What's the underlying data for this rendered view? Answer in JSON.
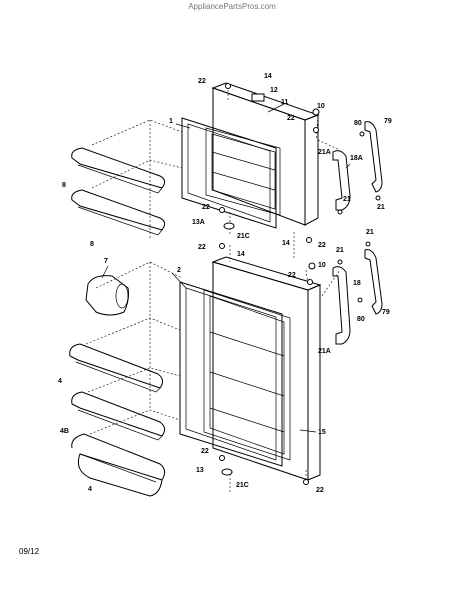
{
  "header": {
    "source": "AppliancePartsPros.com"
  },
  "footer": {
    "date_code": "09/12"
  },
  "callouts": {
    "c14_top": "14",
    "c22_top": "22",
    "c12": "12",
    "c11": "11",
    "c10_top": "10",
    "c1": "1",
    "c22_mid": "22",
    "c80_top": "80",
    "c79_top": "79",
    "c18A": "18A",
    "c21A_top": "21A",
    "c21_top_a": "21",
    "c21_top_b": "21",
    "c8_a": "8",
    "c8_b": "8",
    "c22_fz_bot": "22",
    "c13A": "13A",
    "c21C_top": "21C",
    "c22_fz_hinge": "22",
    "c14_mid": "14",
    "c22_mid2": "22",
    "c14_mid2": "14",
    "c21_mid_a": "21",
    "c21_mid_b": "21",
    "c10_mid": "10",
    "c22_mid3": "22",
    "c7": "7",
    "c2": "2",
    "c18": "18",
    "c80_mid": "80",
    "c79_mid": "79",
    "c21A_mid": "21A",
    "c4_a": "4",
    "c4B": "4B",
    "c15": "15",
    "c4_b": "4",
    "c22_bot_a": "22",
    "c13": "13",
    "c21C_bot": "21C",
    "c22_bot_b": "22"
  }
}
